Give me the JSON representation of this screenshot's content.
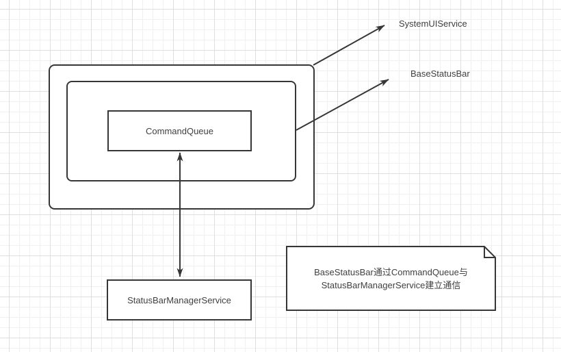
{
  "canvas": {
    "background": "#ffffff",
    "grid_minor_color": "#f0f0f0",
    "grid_major_color": "#dedede"
  },
  "colors": {
    "stroke": "#363636",
    "text": "#3f3f3f",
    "fill": "#ffffff"
  },
  "nodes": {
    "command_queue": {
      "label": "CommandQueue"
    },
    "status_bar_manager_service": {
      "label": "StatusBarManagerService"
    }
  },
  "labels": {
    "system_ui_service": "SystemUIService",
    "base_status_bar": "BaseStatusBar"
  },
  "note": {
    "lines": [
      "BaseStatusBar通过CommandQueue与",
      "StatusBarManagerService建立通信"
    ],
    "text": "BaseStatusBar通过CommandQueue与StatusBarManagerService建立通信"
  },
  "edges": [
    {
      "from": "outer-container",
      "to": "SystemUIService",
      "type": "arrow"
    },
    {
      "from": "inner-container",
      "to": "BaseStatusBar",
      "type": "arrow"
    },
    {
      "from": "CommandQueue",
      "to": "StatusBarManagerService",
      "type": "double-arrow"
    }
  ]
}
